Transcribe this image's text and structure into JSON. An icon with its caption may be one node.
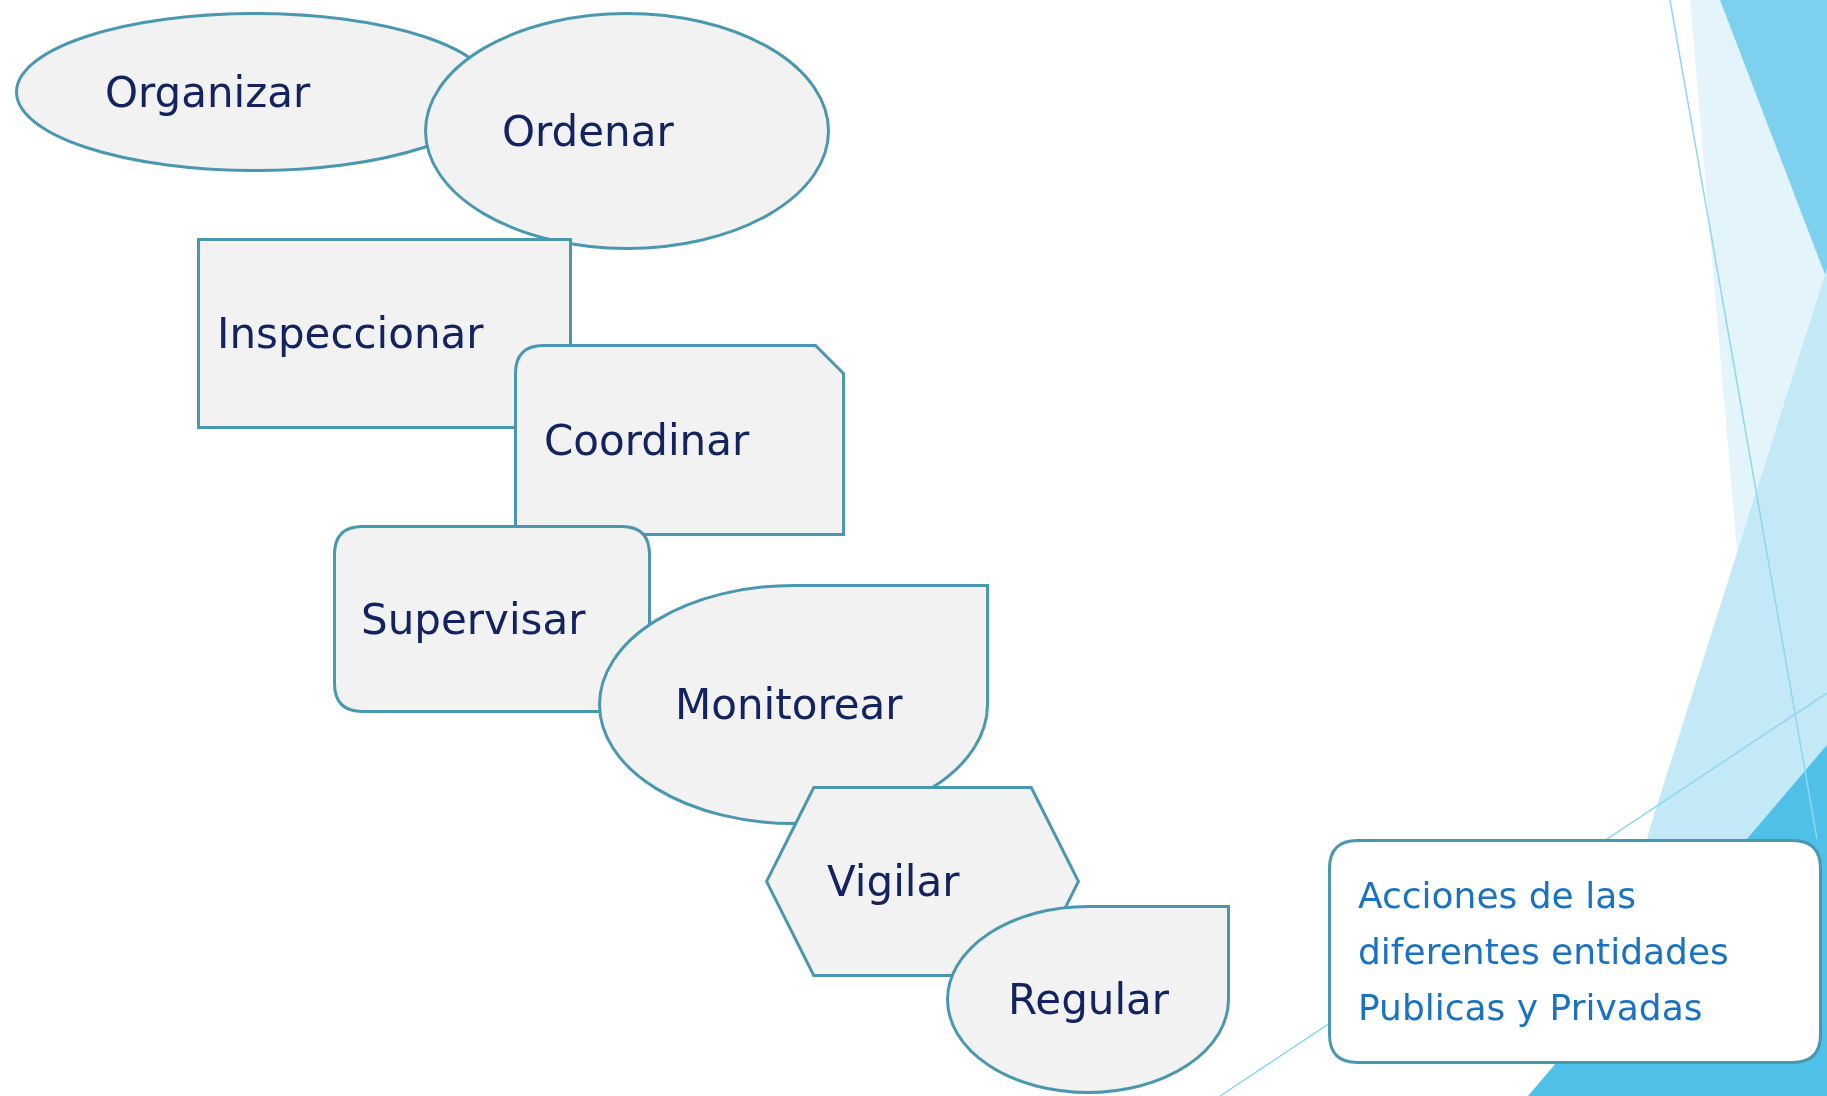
{
  "diagram": {
    "nodes": [
      {
        "text": [
          "Organizar"
        ]
      },
      {
        "text": [
          "Ordenar"
        ]
      },
      {
        "text": [
          "Inspeccionar"
        ]
      },
      {
        "text": [
          "Coordinar"
        ]
      },
      {
        "text": [
          "Supervisar"
        ]
      },
      {
        "text": [
          "Monitorear"
        ]
      },
      {
        "text": [
          "Vigilar"
        ]
      },
      {
        "text": [
          "Regular"
        ]
      },
      {
        "text": [
          "Acciones de las diferentes entidades Publicas y Privadas"
        ]
      }
    ]
  }
}
